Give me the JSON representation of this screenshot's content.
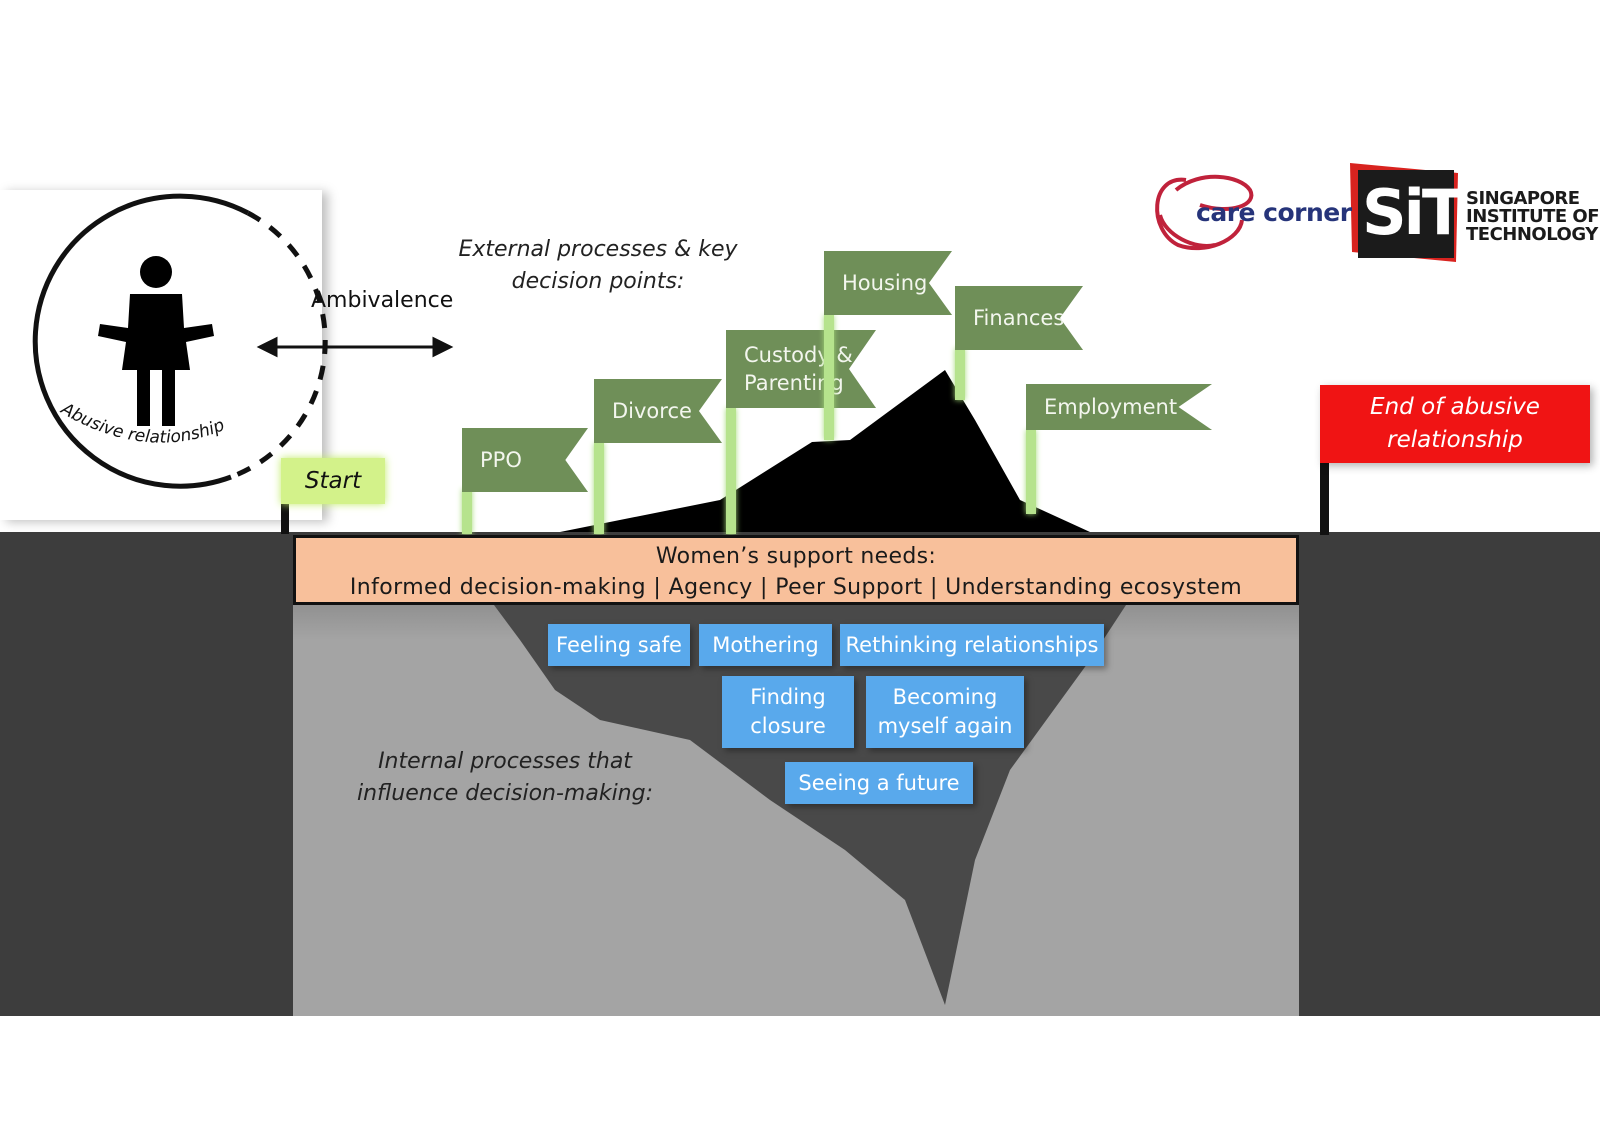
{
  "figure": {
    "circle_label": "Abusive relationship",
    "ambivalence": "Ambivalence",
    "start": "Start"
  },
  "external": {
    "heading_line1": "External processes & key",
    "heading_line2": "decision points:",
    "flags": [
      {
        "label": "PPO"
      },
      {
        "label": "Divorce"
      },
      {
        "label_line1": "Custody &",
        "label_line2": "Parenting"
      },
      {
        "label": "Housing"
      },
      {
        "label": "Finances"
      },
      {
        "label": "Employment"
      }
    ]
  },
  "end": {
    "line1": "End of abusive",
    "line2": "relationship"
  },
  "support_needs": {
    "title": "Women’s support needs:",
    "items": "Informed decision-making | Agency | Peer Support | Understanding ecosystem"
  },
  "internal": {
    "heading_line1": "Internal processes that",
    "heading_line2": "influence decision-making:",
    "boxes": [
      {
        "label": "Feeling safe"
      },
      {
        "label": "Mothering"
      },
      {
        "label": "Rethinking relationships"
      },
      {
        "line1": "Finding",
        "line2": "closure"
      },
      {
        "line1": "Becoming",
        "line2": "myself again"
      },
      {
        "label": "Seeing a future"
      }
    ]
  },
  "logos": {
    "care_corner": "care corner",
    "sit_mark": "SiT",
    "sit_line1": "SINGAPORE",
    "sit_line2": "INSTITUTE OF",
    "sit_line3": "TECHNOLOGY"
  },
  "colors": {
    "flag_green": "#6f8f58",
    "pole_green": "#b6e38d",
    "internal_blue": "#59a9ec",
    "support_band": "#f8c09b",
    "end_red": "#f01414",
    "start_green": "#d3f28a",
    "ground_dark": "#3d3d3d",
    "underwater_grey": "#a4a4a4"
  }
}
